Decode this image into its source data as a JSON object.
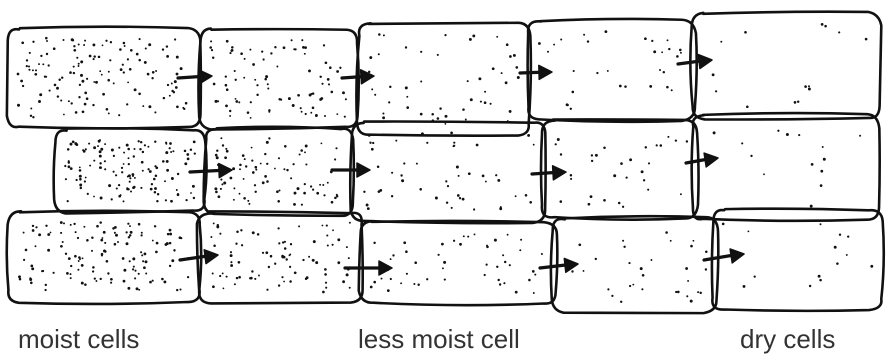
{
  "labels": {
    "moist": "moist cells",
    "less_moist": "less moist cell",
    "dry": "dry cells"
  },
  "colors": {
    "ink": "#111111",
    "text": "#333333",
    "background": "#ffffff"
  },
  "cells": {
    "rows": 3,
    "columns": 5,
    "dot_density_by_column": [
      "very high",
      "high",
      "medium",
      "low",
      "very low"
    ]
  },
  "arrows": {
    "direction": "left-to-right",
    "count": 12
  }
}
